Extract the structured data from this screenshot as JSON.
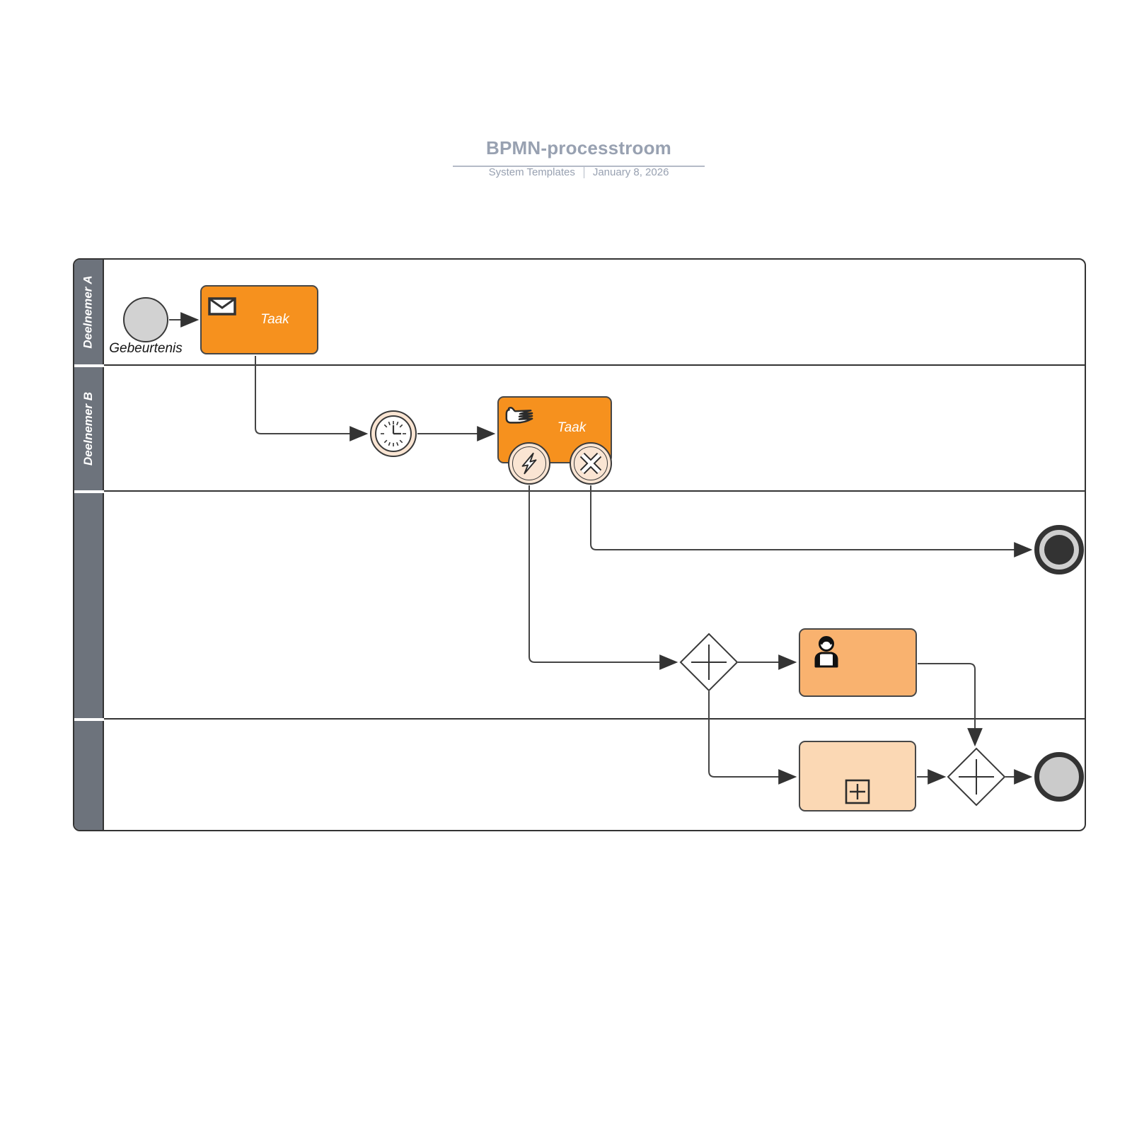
{
  "header": {
    "title": "BPMN-processtroom",
    "byline": "System Templates",
    "date": "January 8, 2026"
  },
  "pool": {
    "lanes": [
      {
        "label": "Deelnemer A"
      },
      {
        "label": "Deelnemer B"
      },
      {
        "label": ""
      },
      {
        "label": ""
      }
    ]
  },
  "nodes": {
    "start_event": {
      "label": "Gebeurtenis",
      "type": "start-event"
    },
    "task1": {
      "label": "Taak",
      "type": "message-receive-task"
    },
    "timer_event": {
      "label": "",
      "type": "timer-intermediate-event"
    },
    "task2": {
      "label": "Taak",
      "type": "manual-task"
    },
    "error_boundary": {
      "label": "",
      "type": "error-boundary-event"
    },
    "cancel_boundary": {
      "label": "",
      "type": "cancel-boundary-event"
    },
    "terminate_end": {
      "label": "",
      "type": "terminate-end-event"
    },
    "gateway1": {
      "label": "",
      "type": "parallel-gateway"
    },
    "user_task": {
      "label": "",
      "type": "user-task"
    },
    "subprocess": {
      "label": "",
      "type": "collapsed-subprocess"
    },
    "gateway2": {
      "label": "",
      "type": "parallel-gateway"
    },
    "end_event": {
      "label": "",
      "type": "end-event"
    }
  },
  "edges": [
    {
      "from": "start_event",
      "to": "task1"
    },
    {
      "from": "task1",
      "to": "timer_event"
    },
    {
      "from": "timer_event",
      "to": "task2"
    },
    {
      "from": "error_boundary",
      "to": "gateway1"
    },
    {
      "from": "cancel_boundary",
      "to": "terminate_end"
    },
    {
      "from": "gateway1",
      "to": "user_task"
    },
    {
      "from": "gateway1",
      "to": "subprocess"
    },
    {
      "from": "user_task",
      "to": "gateway2"
    },
    {
      "from": "subprocess",
      "to": "gateway2"
    },
    {
      "from": "gateway2",
      "to": "end_event"
    }
  ],
  "colors": {
    "task_orange": "#f6911e",
    "user_task_orange": "#f9b26f",
    "subprocess_peach": "#fbd8b4",
    "event_peach": "#fae5d3",
    "lane_header_gray": "#6d737c",
    "neutral_gray_fill": "#d2d2d2",
    "outline_dark": "#333333",
    "title_gray": "#98a1b1"
  }
}
